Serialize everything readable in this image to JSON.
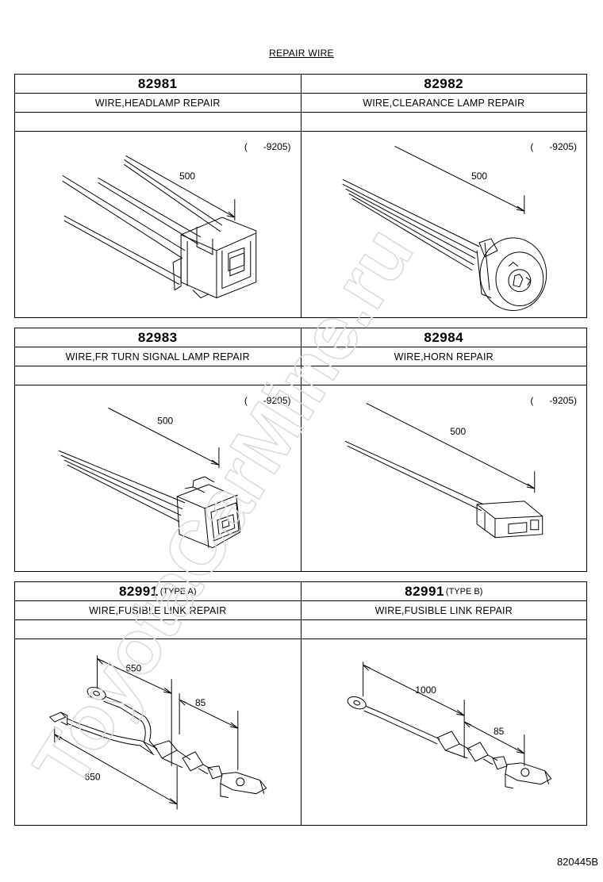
{
  "page_title": "REPAIR WIRE",
  "blocks": [
    {
      "left": {
        "code": "82981",
        "type": "",
        "name": "WIRE,HEADLAMP REPAIR",
        "period": "(      -9205)",
        "dim": "500"
      },
      "right": {
        "code": "82982",
        "type": "",
        "name": "WIRE,CLEARANCE LAMP REPAIR",
        "period": "(      -9205)",
        "dim": "500"
      }
    },
    {
      "left": {
        "code": "82983",
        "type": "",
        "name": "WIRE,FR TURN SIGNAL LAMP REPAIR",
        "period": "(      -9205)",
        "dim": "500"
      },
      "right": {
        "code": "82984",
        "type": "",
        "name": "WIRE,HORN REPAIR",
        "period": "(      -9205)",
        "dim": "500"
      }
    },
    {
      "left": {
        "code": "82991",
        "type": "(TYPE A)",
        "name": "WIRE,FUSIBLE LINK REPAIR",
        "dims": [
          "650",
          "85",
          "650"
        ]
      },
      "right": {
        "code": "82991",
        "type": "(TYPE B)",
        "name": "WIRE,FUSIBLE LINK REPAIR",
        "dims": [
          "1000",
          "85"
        ]
      }
    }
  ],
  "watermark": "ToyotaCarMine.ru",
  "corner_code": "820445B"
}
